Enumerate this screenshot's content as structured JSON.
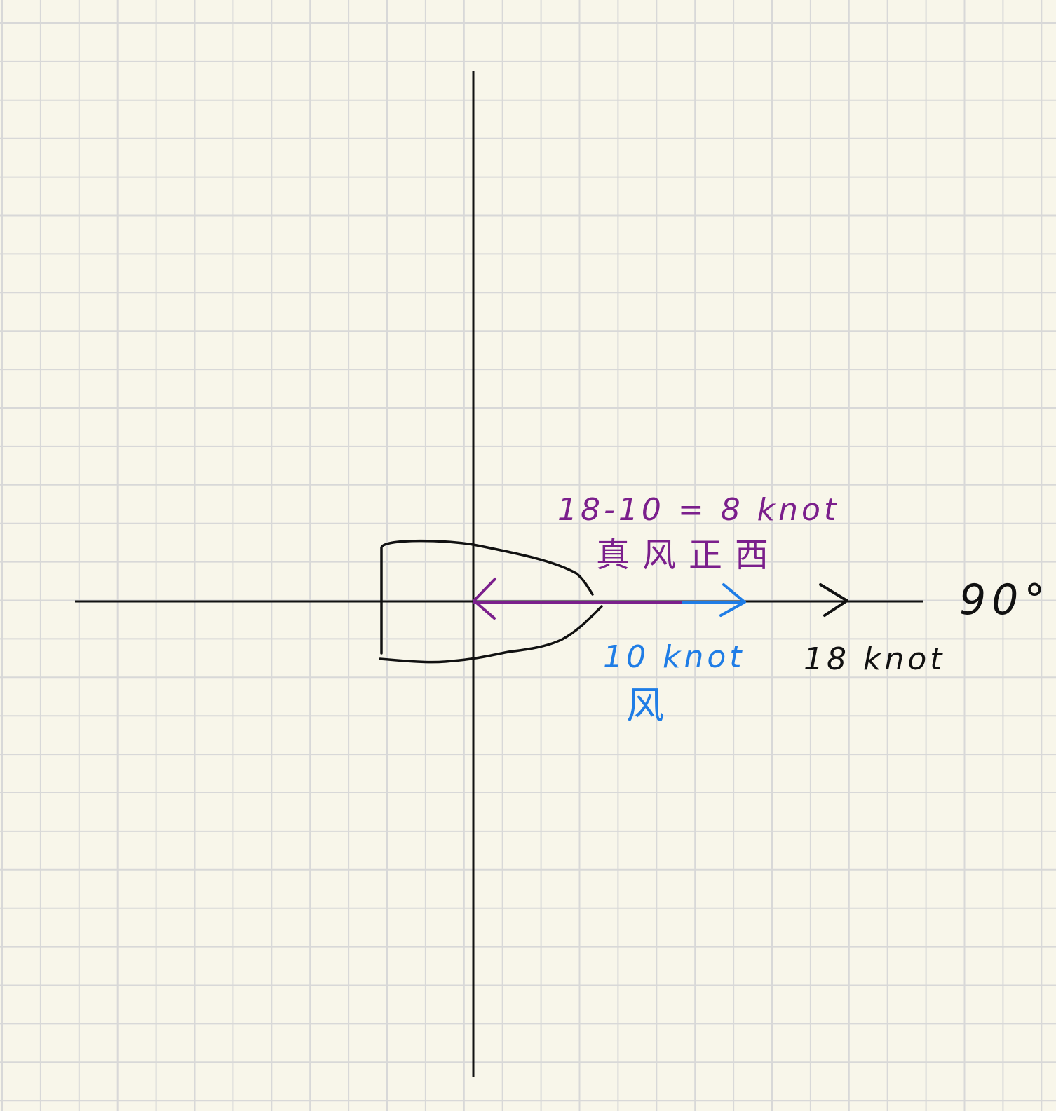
{
  "colors": {
    "paper": "#f8f6ea",
    "grid": "#d8d8d8",
    "ink": "#111111",
    "purple": "#7b1f8c",
    "blue": "#1f7de6"
  },
  "labels": {
    "relative_wind_calc": "18-10 = 8 knot",
    "relative_wind_dir": "真风正西",
    "wind_speed": "10 knot",
    "wind_name": "风",
    "boat_speed": "18 knot",
    "heading": "90°"
  }
}
